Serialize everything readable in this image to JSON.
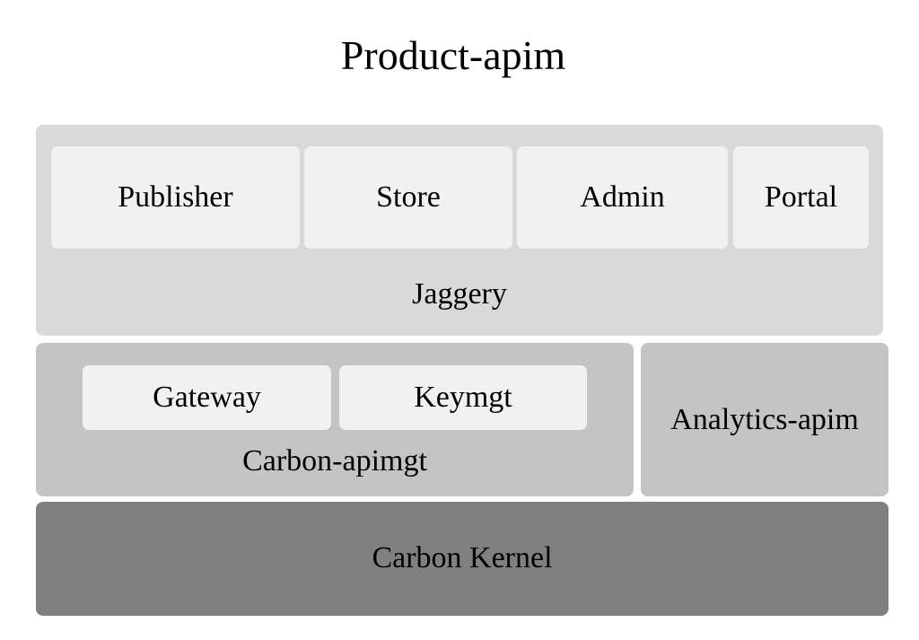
{
  "title": "Product-apim",
  "jaggery": {
    "label": "Jaggery",
    "apps": [
      "Publisher",
      "Store",
      "Admin",
      "Portal"
    ]
  },
  "carbon_apimgt": {
    "label": "Carbon-apimgt",
    "components": [
      "Gateway",
      "Keymgt"
    ]
  },
  "analytics": {
    "label": "Analytics-apim"
  },
  "kernel": {
    "label": "Carbon Kernel"
  },
  "colors": {
    "jaggery_fill": "#d9d9d9",
    "component_fill": "#f1f1f1",
    "apimgt_fill": "#c4c4c4",
    "kernel_fill": "#808080"
  }
}
